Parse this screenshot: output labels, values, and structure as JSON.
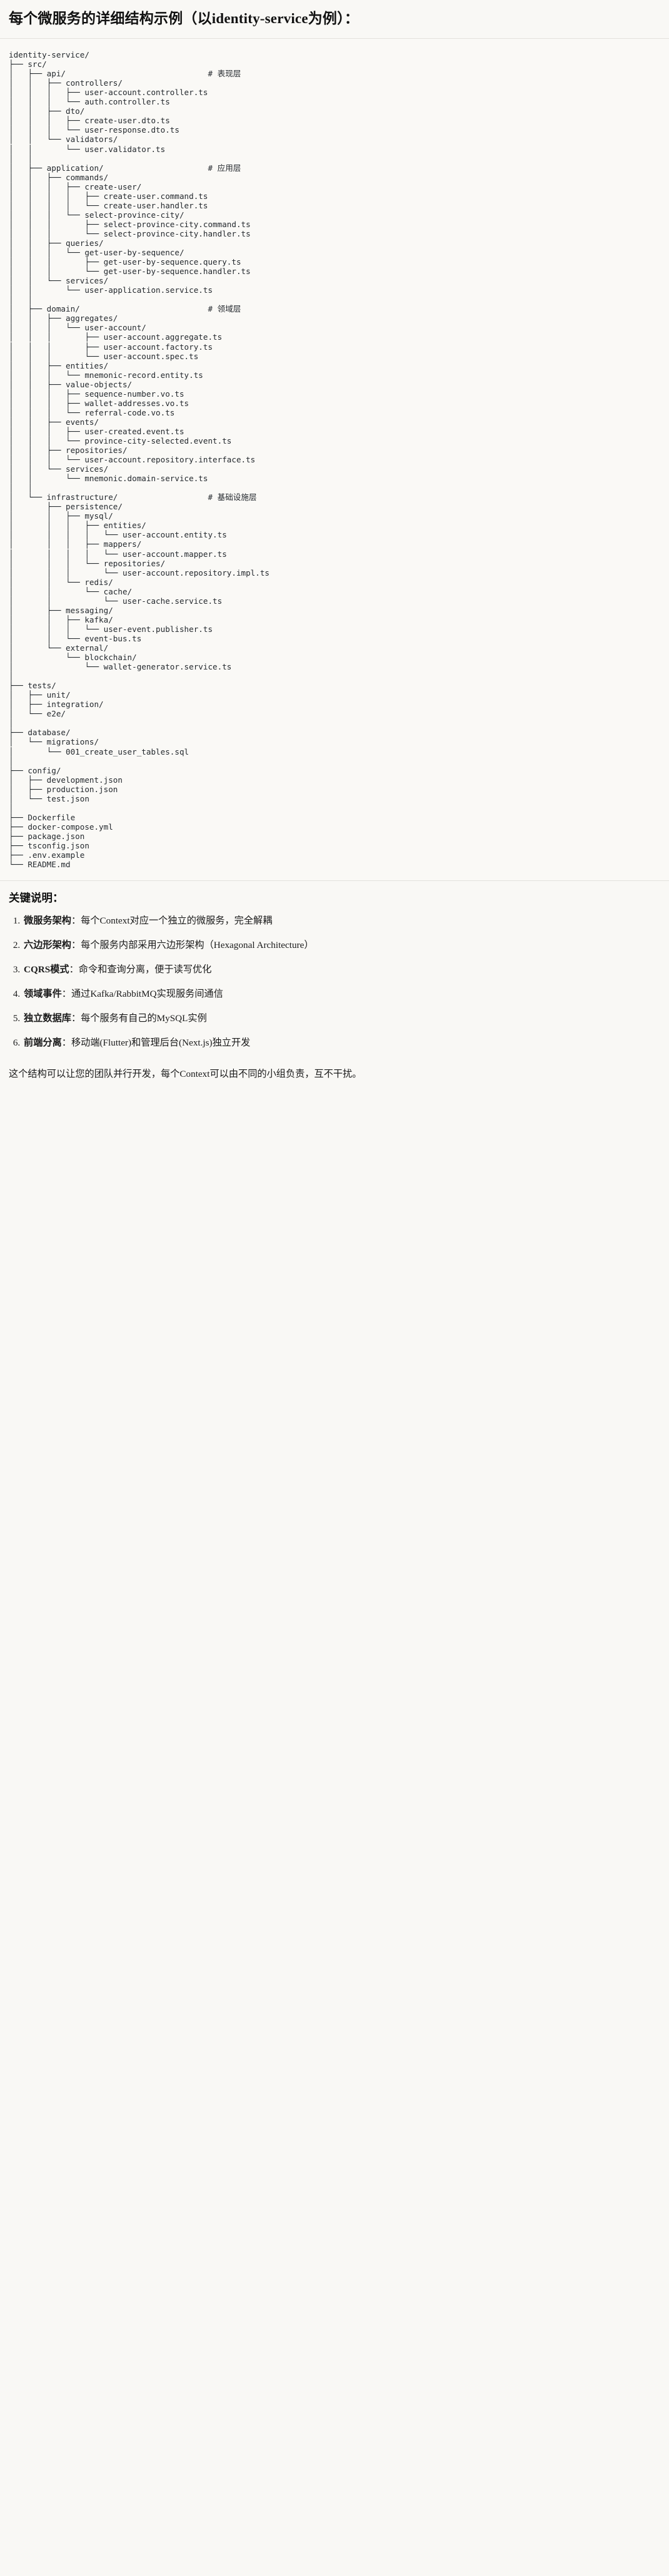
{
  "document": {
    "title": "每个微服务的详细结构示例（以identity-service为例）：",
    "notes_heading": "关键说明：",
    "closing": "这个结构可以让您的团队并行开发，每个Context可以由不同的小组负责，互不干扰。"
  },
  "tree": {
    "root": "identity-service/",
    "comments": {
      "api": "# 表现层",
      "application": "# 应用层",
      "domain": "# 领域层",
      "infrastructure": "# 基础设施层"
    },
    "text": "identity-service/\n├── src/\n│   ├── api/                              # 表现层\n│   │   ├── controllers/\n│   │   │   ├── user-account.controller.ts\n│   │   │   └── auth.controller.ts\n│   │   ├── dto/\n│   │   │   ├── create-user.dto.ts\n│   │   │   └── user-response.dto.ts\n│   │   └── validators/\n│   │       └── user.validator.ts\n│   │\n│   ├── application/                      # 应用层\n│   │   ├── commands/\n│   │   │   ├── create-user/\n│   │   │   │   ├── create-user.command.ts\n│   │   │   │   └── create-user.handler.ts\n│   │   │   └── select-province-city/\n│   │   │       ├── select-province-city.command.ts\n│   │   │       └── select-province-city.handler.ts\n│   │   ├── queries/\n│   │   │   └── get-user-by-sequence/\n│   │   │       ├── get-user-by-sequence.query.ts\n│   │   │       └── get-user-by-sequence.handler.ts\n│   │   └── services/\n│   │       └── user-application.service.ts\n│   │\n│   ├── domain/                           # 领域层\n│   │   ├── aggregates/\n│   │   │   └── user-account/\n│   │   │       ├── user-account.aggregate.ts\n│   │   │       ├── user-account.factory.ts\n│   │   │       └── user-account.spec.ts\n│   │   ├── entities/\n│   │   │   └── mnemonic-record.entity.ts\n│   │   ├── value-objects/\n│   │   │   ├── sequence-number.vo.ts\n│   │   │   ├── wallet-addresses.vo.ts\n│   │   │   └── referral-code.vo.ts\n│   │   ├── events/\n│   │   │   ├── user-created.event.ts\n│   │   │   └── province-city-selected.event.ts\n│   │   ├── repositories/\n│   │   │   └── user-account.repository.interface.ts\n│   │   └── services/\n│   │       └── mnemonic.domain-service.ts\n│   │\n│   └── infrastructure/                   # 基础设施层\n│       ├── persistence/\n│       │   ├── mysql/\n│       │   │   ├── entities/\n│       │   │   │   └── user-account.entity.ts\n│       │   │   ├── mappers/\n│       │   │   │   └── user-account.mapper.ts\n│       │   │   └── repositories/\n│       │   │       └── user-account.repository.impl.ts\n│       │   └── redis/\n│       │       └── cache/\n│       │           └── user-cache.service.ts\n│       ├── messaging/\n│       │   ├── kafka/\n│       │   │   └── user-event.publisher.ts\n│       │   └── event-bus.ts\n│       └── external/\n│           └── blockchain/\n│               └── wallet-generator.service.ts\n│\n├── tests/\n│   ├── unit/\n│   ├── integration/\n│   └── e2e/\n│\n├── database/\n│   └── migrations/\n│       └── 001_create_user_tables.sql\n│\n├── config/\n│   ├── development.json\n│   ├── production.json\n│   └── test.json\n│\n├── Dockerfile\n├── docker-compose.yml\n├── package.json\n├── tsconfig.json\n├── .env.example\n└── README.md"
  },
  "notes": [
    {
      "term": "微服务架构",
      "sep": "：",
      "desc": "每个Context对应一个独立的微服务，完全解耦"
    },
    {
      "term": "六边形架构",
      "sep": "：",
      "desc": "每个服务内部采用六边形架构（Hexagonal Architecture）"
    },
    {
      "term": "CQRS模式",
      "sep": "：",
      "desc": "命令和查询分离，便于读写优化"
    },
    {
      "term": "领域事件",
      "sep": "：",
      "desc": "通过Kafka/RabbitMQ实现服务间通信"
    },
    {
      "term": "独立数据库",
      "sep": "：",
      "desc": "每个服务有自己的MySQL实例"
    },
    {
      "term": "前端分离",
      "sep": "：",
      "desc": "移动端(Flutter)和管理后台(Next.js)独立开发"
    }
  ],
  "colors": {
    "background": "#f9f8f5",
    "code_background": "#faf9f6",
    "text": "#1a1a1a",
    "code_text": "#24292e",
    "rule": "#e3e1dc"
  }
}
